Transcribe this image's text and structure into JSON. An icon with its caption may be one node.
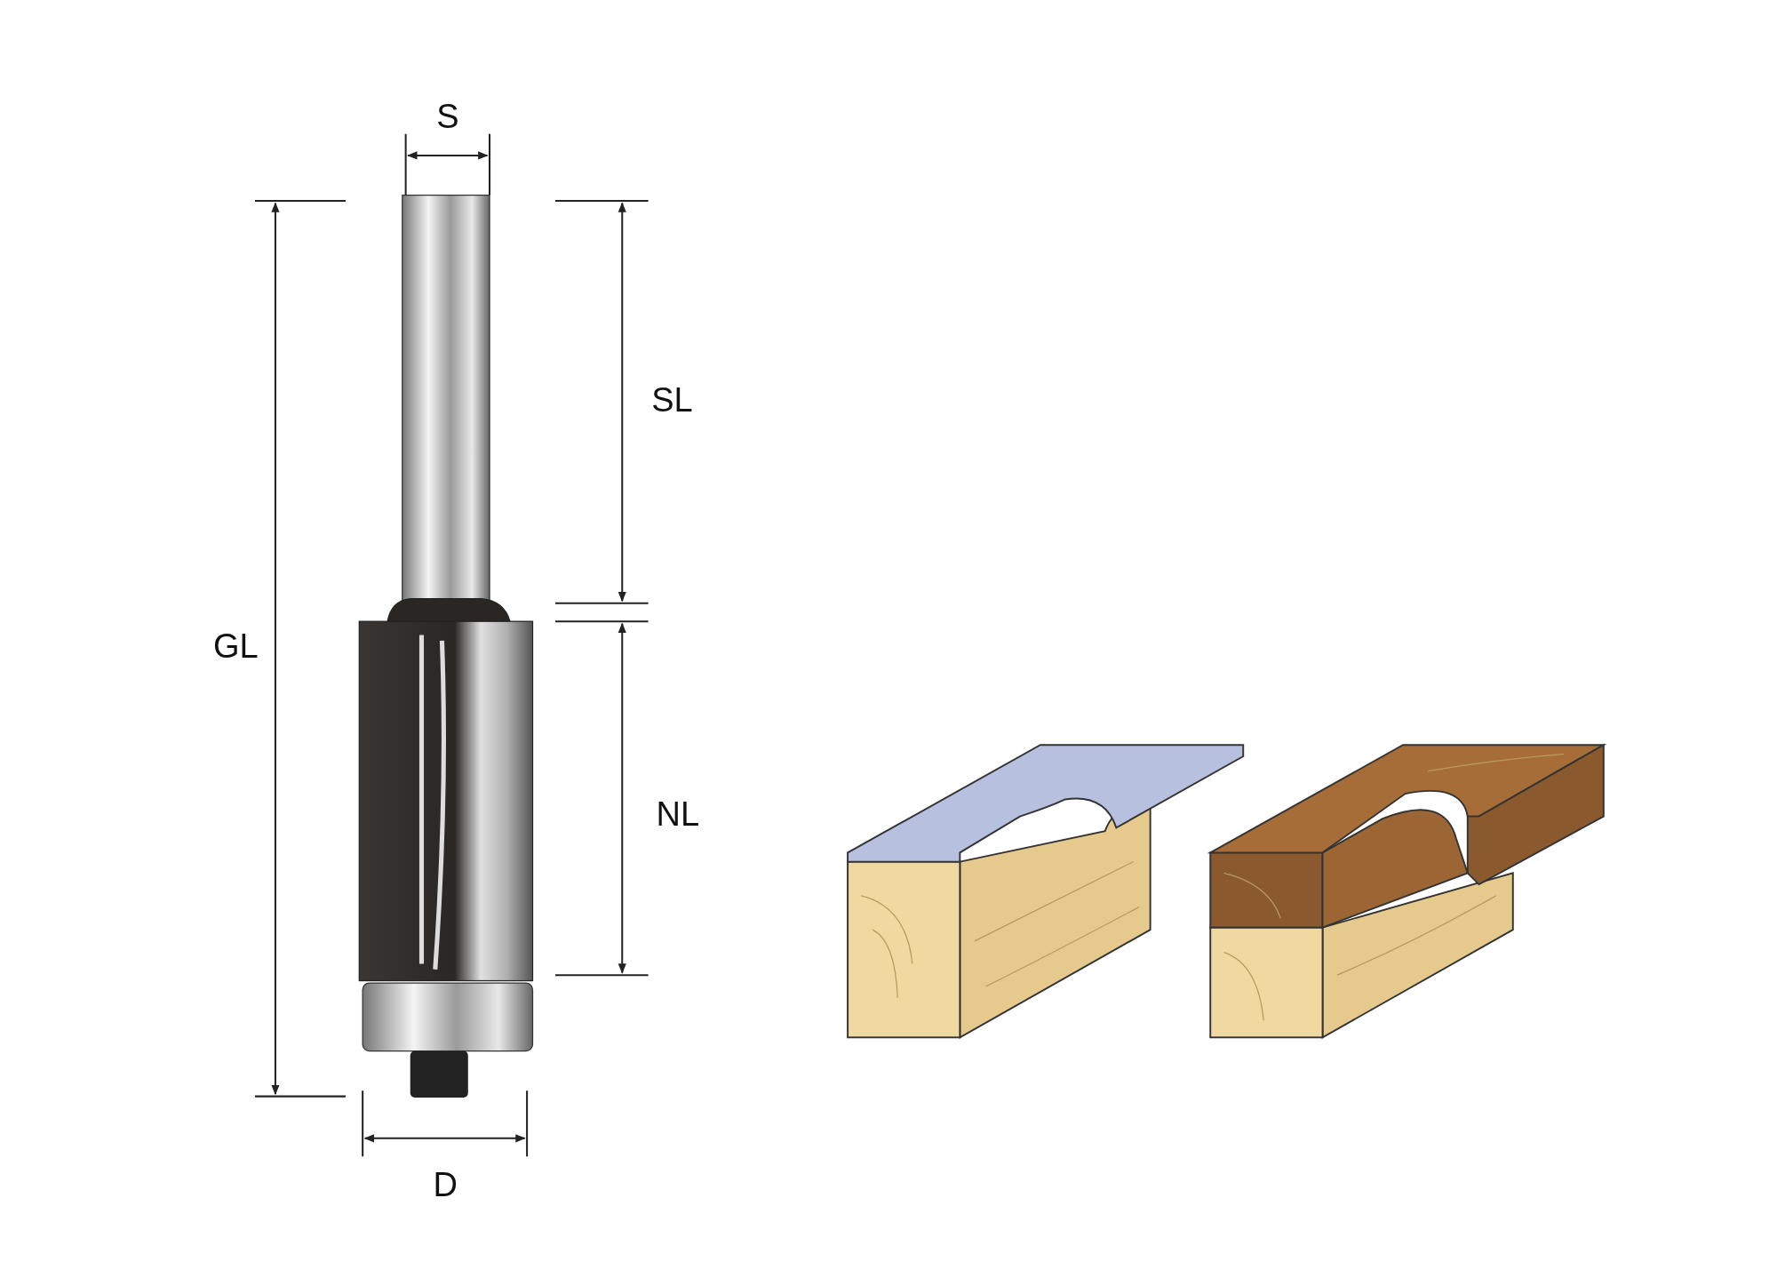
{
  "diagram": {
    "labels": [
      "S",
      "GL",
      "SL",
      "NL",
      "D"
    ]
  }
}
